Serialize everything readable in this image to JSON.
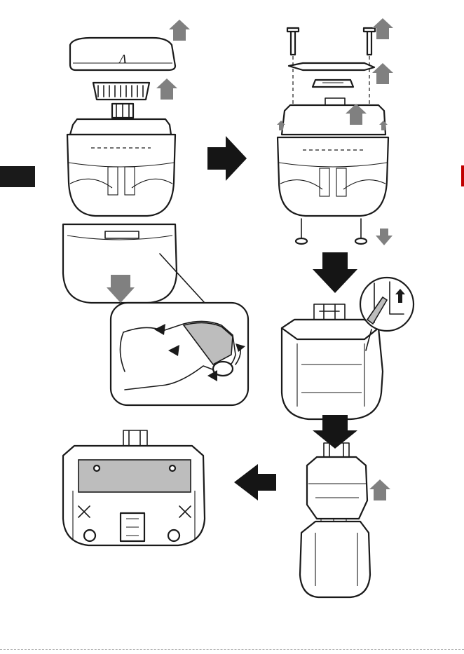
{
  "figure": {
    "description_text": "",
    "colors": {
      "outline": "#1a1a1a",
      "arrow_grey": "#808080",
      "arrow_black": "#151515",
      "tab_black": "#1a1a1a",
      "tab_red": "#c00000"
    },
    "icons": [
      "up-arrow-icon",
      "down-arrow-icon",
      "flow-arrow-icon",
      "cut-mark-icon",
      "brand-logo-icon"
    ],
    "logo_text": "Λ",
    "steps": [
      "remove-cover",
      "remove-blade",
      "remove-pins-and-screws",
      "lift-shell",
      "pry-latch",
      "separate-core",
      "cut-wires"
    ]
  }
}
